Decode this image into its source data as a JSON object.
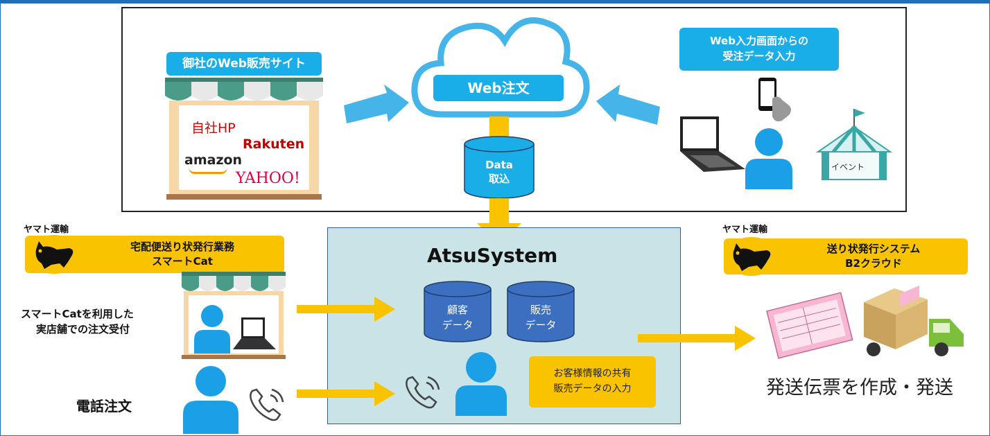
{
  "web_site_label": "御社のWeb販売サイト",
  "site_logos": {
    "own_hp": "自社HP",
    "rakuten": "Rakuten",
    "amazon": "amazon",
    "yahoo": "YAHOO!"
  },
  "cloud_label": "Web注文",
  "input_label": {
    "line1": "Web入力画面からの",
    "line2": "受注データ入力"
  },
  "event_label": "イベント",
  "data_import": {
    "line1": "Data",
    "line2": "取込"
  },
  "yamato_left": {
    "brand": "ヤマト運輸",
    "line1": "宅配便送り状発行業務",
    "line2": "スマートCat"
  },
  "yamato_right": {
    "brand": "ヤマト運輸",
    "line1": "送り状発行システム",
    "line2": "B2クラウド"
  },
  "store_text": {
    "line1": "スマートCatを利用した",
    "line2": "実店舗での注文受付"
  },
  "phone_text": "電話注文",
  "system_title": "AtsuSystem",
  "db_customer": {
    "line1": "顧客",
    "line2": "データ"
  },
  "db_sales": {
    "line1": "販売",
    "line2": "データ"
  },
  "share_box": {
    "line1": "お客様情報の共有",
    "line2": "販売データの入力"
  },
  "ship_text": "発送伝票を作成・発送",
  "colors": {
    "blue": "#1aaee8",
    "arrow_blue": "#45b4e8",
    "yellow": "#fac300",
    "system_bg": "#c9e3e6",
    "db_blue": "#3d6fc0",
    "person_blue": "#1b9fe6",
    "frame_border": "#1f6fb5"
  }
}
